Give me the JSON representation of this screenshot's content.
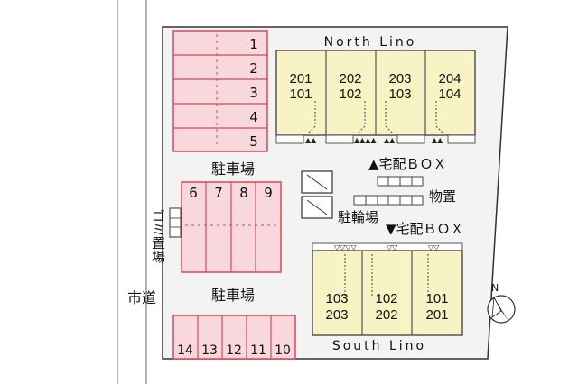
{
  "colors": {
    "parking_fill": "#f8d8dc",
    "parking_stroke": "#d9485a",
    "building_fill": "#f7f3c4",
    "building_stroke": "#555555",
    "site_fill": "#f3f3f3",
    "road_fill": "#ffffff",
    "line_dark": "#222222"
  },
  "labels": {
    "north_building": "North Lino",
    "south_building": "South Lino",
    "parking_upper": "駐車場",
    "parking_lower": "駐車場",
    "delivery_box_north": "▲宅配ＢＯＸ",
    "delivery_box_south": "▼宅配ＢＯＸ",
    "storage": "物置",
    "bicycle_parking": "駐輪場",
    "garbage_area": "ゴミ置場",
    "city_road": "市道"
  },
  "parking_top": [
    "1",
    "2",
    "3",
    "4",
    "5"
  ],
  "parking_middle": [
    "6",
    "7",
    "8",
    "9"
  ],
  "parking_bottom": [
    "14",
    "13",
    "12",
    "11",
    "10"
  ],
  "north_units": [
    {
      "upper": "201",
      "lower": "101"
    },
    {
      "upper": "202",
      "lower": "102"
    },
    {
      "upper": "203",
      "lower": "103"
    },
    {
      "upper": "204",
      "lower": "104"
    }
  ],
  "south_units": [
    {
      "upper": "103",
      "lower": "203"
    },
    {
      "upper": "102",
      "lower": "202"
    },
    {
      "upper": "101",
      "lower": "201"
    }
  ],
  "compass": {
    "north_label": "N"
  }
}
